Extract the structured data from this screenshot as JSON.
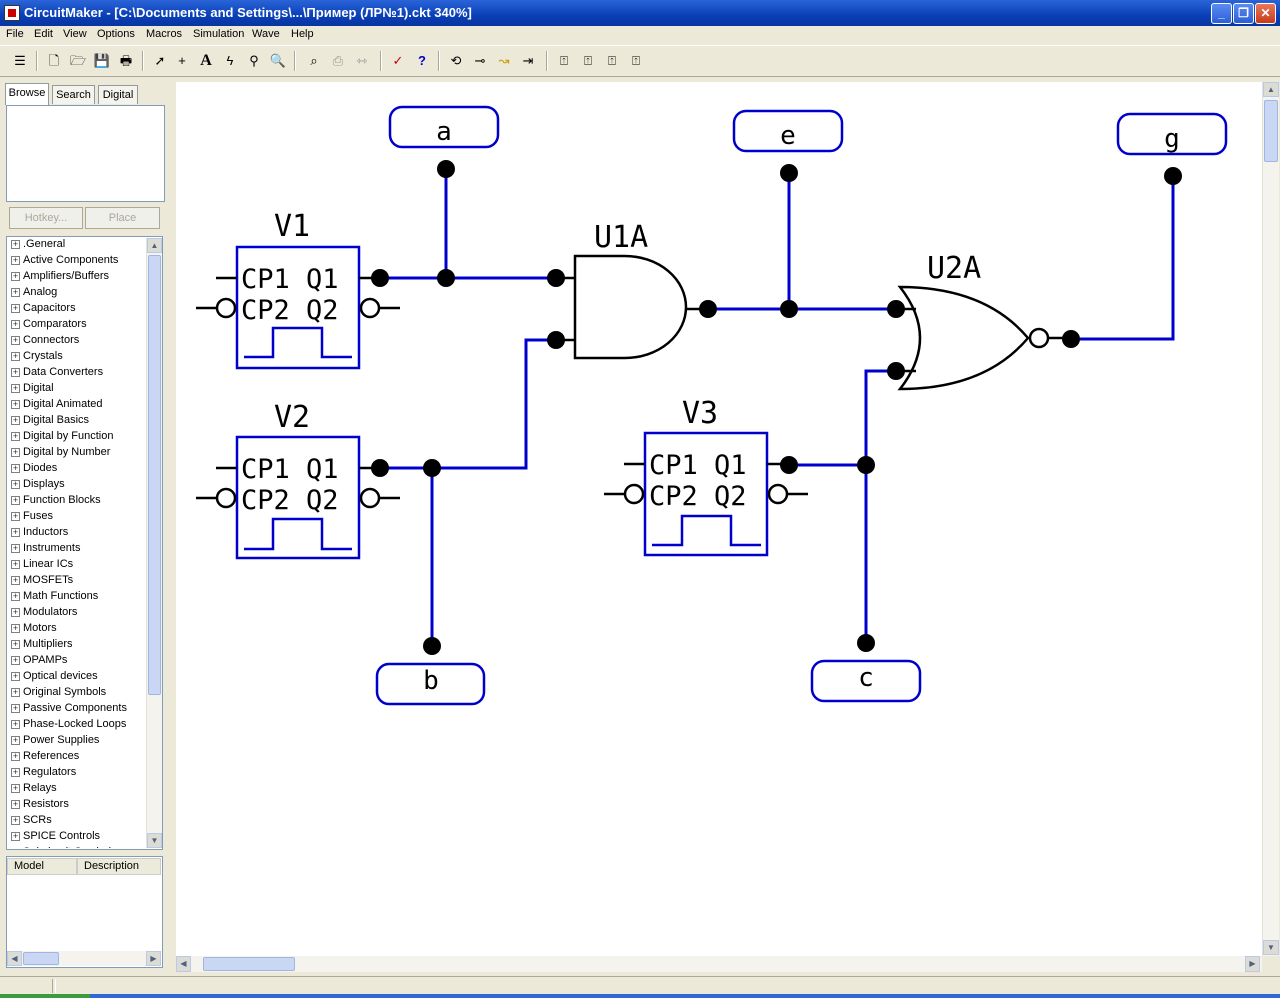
{
  "window": {
    "title": "CircuitMaker - [C:\\Documents and Settings\\...\\Пример (ЛР№1).ckt 340%]",
    "minimize": "_",
    "restore": "❐",
    "close": "✕"
  },
  "menu": [
    "File",
    "Edit",
    "View",
    "Options",
    "Macros",
    "Simulation",
    "Wave",
    "Help"
  ],
  "toolbar": [
    "☰",
    "🗋",
    "🗁",
    "💾",
    "🖶",
    "➚",
    "+",
    "A",
    "ϟ",
    "⚲",
    "🔍",
    "⌕",
    "⎙",
    "⇿",
    "✓",
    "?",
    "⟲",
    "⊸",
    "↝",
    "⇥",
    "⍐",
    "⍐",
    "⍐",
    "⍐"
  ],
  "sidebar": {
    "tabs": [
      "Browse",
      "Search",
      "Digital"
    ],
    "hotkey_button": "Hotkey...",
    "place_button": "Place",
    "libraries": [
      ".General",
      "Active Components",
      "Amplifiers/Buffers",
      "Analog",
      "Capacitors",
      "Comparators",
      "Connectors",
      "Crystals",
      "Data Converters",
      "Digital",
      "Digital Animated",
      "Digital Basics",
      "Digital by Function",
      "Digital by Number",
      "Diodes",
      "Displays",
      "Function Blocks",
      "Fuses",
      "Inductors",
      "Instruments",
      "Linear ICs",
      "MOSFETs",
      "Math Functions",
      "Modulators",
      "Motors",
      "Multipliers",
      "OPAMPs",
      "Optical devices",
      "Original Symbols",
      "Passive Components",
      "Phase-Locked Loops",
      "Power Supplies",
      "References",
      "Regulators",
      "Relays",
      "Resistors",
      "SCRs",
      "SPICE Controls",
      "Subcircuit Symbols"
    ],
    "columns": {
      "model": "Model",
      "description": "Description"
    }
  },
  "schematic": {
    "generators": [
      {
        "name": "V1",
        "pin1": "CP1 Q1",
        "pin2": "CP2 Q2"
      },
      {
        "name": "V2",
        "pin1": "CP1 Q1",
        "pin2": "CP2 Q2"
      },
      {
        "name": "V3",
        "pin1": "CP1 Q1",
        "pin2": "CP2 Q2"
      }
    ],
    "gates": [
      {
        "name": "U1A"
      },
      {
        "name": "U2A"
      }
    ],
    "probes": [
      "a",
      "e",
      "g",
      "b",
      "c"
    ],
    "wire_color": "#0000cc",
    "component_color": "#000000"
  }
}
